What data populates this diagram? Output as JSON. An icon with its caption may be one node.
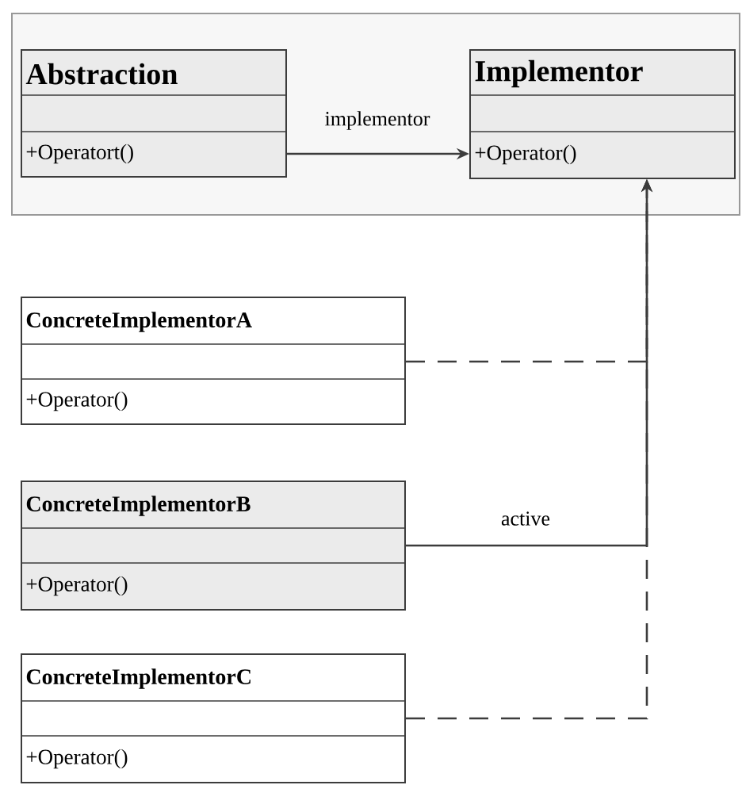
{
  "diagram": {
    "nodes": [
      {
        "text": [],
        "shape": "box"
      },
      {
        "text": [
          "Abstraction",
          "+Operatort()"
        ],
        "in": 0
      },
      {
        "text": [
          "Implementor",
          "+Operator()"
        ],
        "in": 0
      },
      {
        "text": [
          "ConcreteImplementorA",
          "+Operator()"
        ]
      },
      {
        "text": [
          "ConcreteImplementorB",
          "+Operator()"
        ]
      },
      {
        "text": [
          "ConcreteImplementorC",
          "+Operator()"
        ]
      }
    ],
    "edges": [
      {
        "from": 1,
        "to": 2,
        "arrow": "to",
        "label": "implementor"
      },
      {
        "from": 3,
        "to": 2,
        "arrow": "to",
        "style": "dashed"
      },
      {
        "from": 4,
        "to": 2,
        "arrow": "to",
        "label": "active"
      },
      {
        "from": 5,
        "to": 2,
        "arrow": "to",
        "style": "dashed"
      }
    ]
  }
}
